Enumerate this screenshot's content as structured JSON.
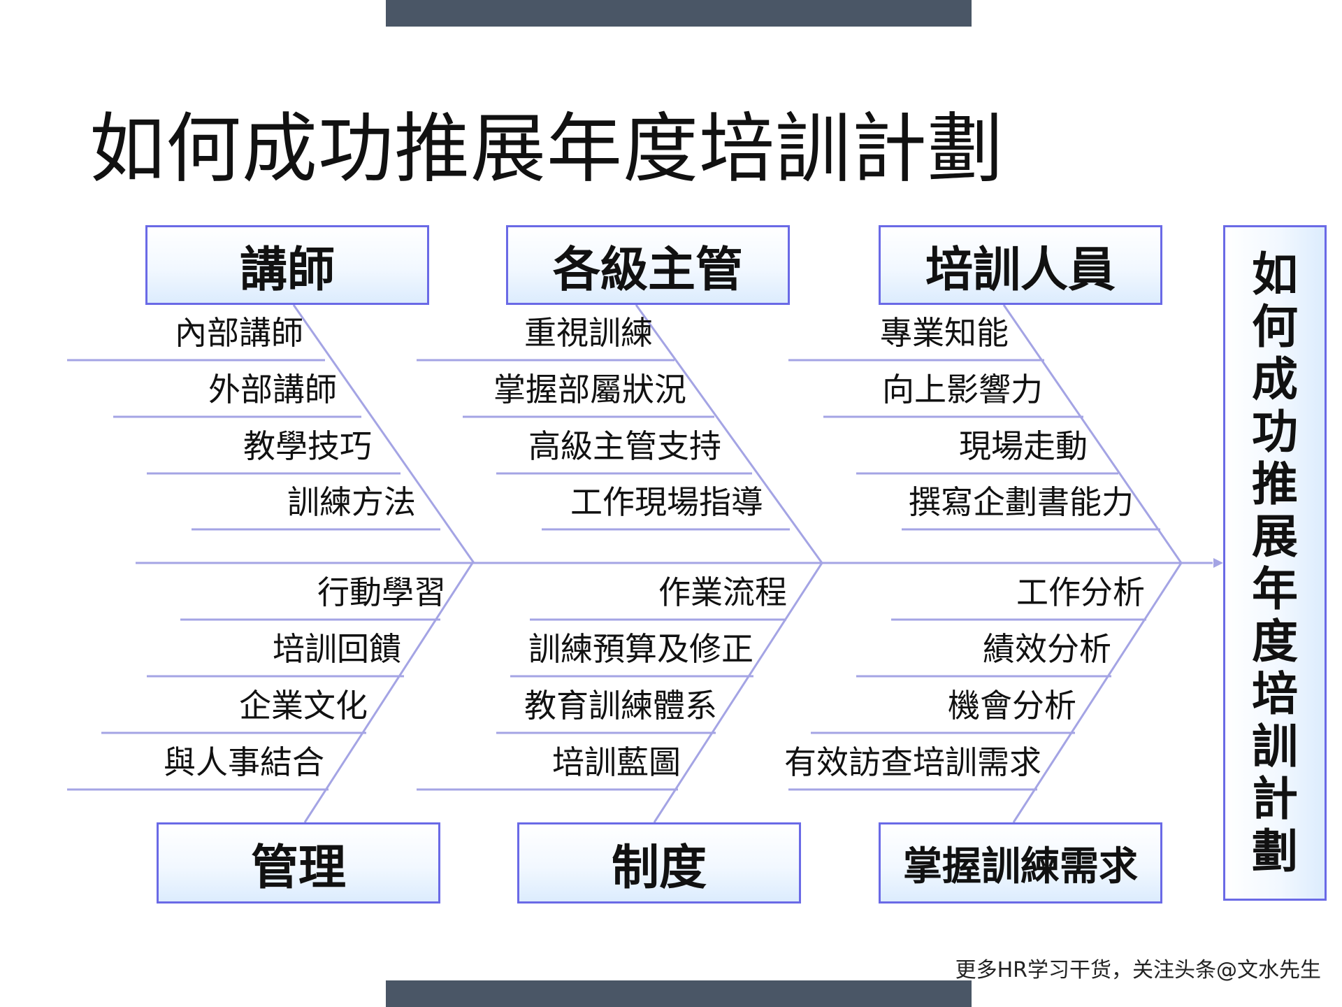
{
  "title": "如何成功推展年度培訓計劃",
  "effect": "如何成功推展年度培訓計劃",
  "categories": {
    "top": [
      "講師",
      "各級主管",
      "培訓人員"
    ],
    "bottom": [
      "管理",
      "制度",
      "掌握訓練需求"
    ]
  },
  "causes": {
    "lecturer": [
      "內部講師",
      "外部講師",
      "教學技巧",
      "訓練方法"
    ],
    "managers": [
      "重視訓練",
      "掌握部屬狀況",
      "高級主管支持",
      "工作現場指導"
    ],
    "trainers": [
      "專業知能",
      "向上影響力",
      "現場走動",
      "撰寫企劃書能力"
    ],
    "management": [
      "行動學習",
      "培訓回饋",
      "企業文化",
      "與人事結合"
    ],
    "system": [
      "作業流程",
      "訓練預算及修正",
      "教育訓練體系",
      "培訓藍圖"
    ],
    "needs": [
      "工作分析",
      "績效分析",
      "機會分析",
      "有效訪查培訓需求"
    ]
  },
  "footer": "更多HR学习干货，关注头条@文水先生",
  "colors": {
    "line": "#a4a4e4",
    "box_border": "#6a6ae6",
    "bar": "#4a5666"
  }
}
